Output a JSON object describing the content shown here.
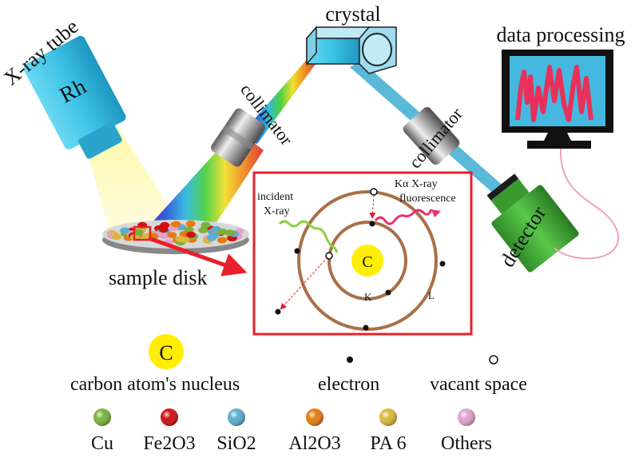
{
  "labels": {
    "xray_tube": "X-ray tube",
    "anode": "Rh",
    "crystal": "crystal",
    "data_processing": "data processing",
    "collimator_left": "collimator",
    "collimator_right": "collimator",
    "detector": "detector",
    "sample_disk": "sample disk",
    "incident": "incident",
    "xray": "X-ray",
    "ka_fluorescence_1": "Kα X-ray",
    "ka_fluorescence_2": "fluorescence",
    "nucleus_symbol": "C",
    "shell_k": "K",
    "shell_l": "L"
  },
  "legend": {
    "nucleus_symbol": "C",
    "nucleus": "carbon atom's nucleus",
    "electron": "electron",
    "vacant": "vacant space"
  },
  "materials": [
    {
      "label": "Cu",
      "sub": "",
      "color": "#7ab33a"
    },
    {
      "label": "Fe2O3",
      "sub": "",
      "color": "#d01010"
    },
    {
      "label": "SiO2",
      "sub": "",
      "color": "#5aaed0"
    },
    {
      "label": "Al2O3",
      "sub": "",
      "color": "#e57a10"
    },
    {
      "label": "PA 6",
      "sub": "",
      "color": "#d8b83a"
    },
    {
      "label": "Others",
      "sub": "",
      "color": "#e2a2cf"
    }
  ],
  "colors": {
    "inset_border": "#e8202a",
    "shell": "#a87048",
    "nucleus": "#ffee00",
    "tube": "#40c8e8",
    "crystal": "#9fdcee",
    "detector": "#3fae35",
    "monitor_screen": "#45b8e0",
    "signal": "#e8305a"
  }
}
